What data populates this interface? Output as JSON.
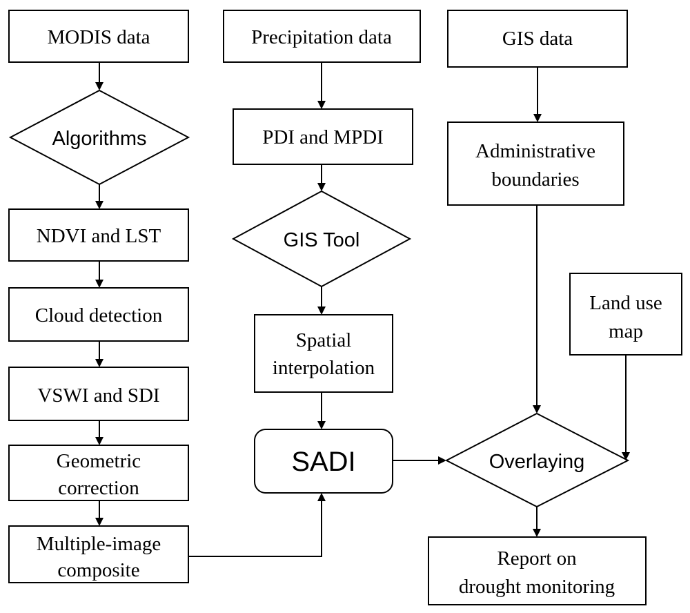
{
  "nodes": {
    "modis_data": "MODIS data",
    "algorithms": "Algorithms",
    "ndvi_lst": "NDVI and LST",
    "cloud_detection": "Cloud detection",
    "vswi_sdi": "VSWI and SDI",
    "geometric_correction": [
      "Geometric",
      "correction"
    ],
    "multiple_image_composite": [
      "Multiple-image",
      "composite"
    ],
    "precipitation_data": "Precipitation data",
    "pdi_mpdi": "PDI and MPDI",
    "gis_tool": "GIS Tool",
    "spatial_interpolation": [
      "Spatial",
      "interpolation"
    ],
    "sadi": "SADI",
    "gis_data": "GIS data",
    "administrative_boundaries": [
      "Administrative",
      "boundaries"
    ],
    "land_use_map": [
      "Land use",
      "map"
    ],
    "overlaying": "Overlaying",
    "report": [
      "Report on",
      "drought monitoring"
    ]
  },
  "colors": {
    "stroke": "#000000",
    "fill": "#ffffff"
  }
}
